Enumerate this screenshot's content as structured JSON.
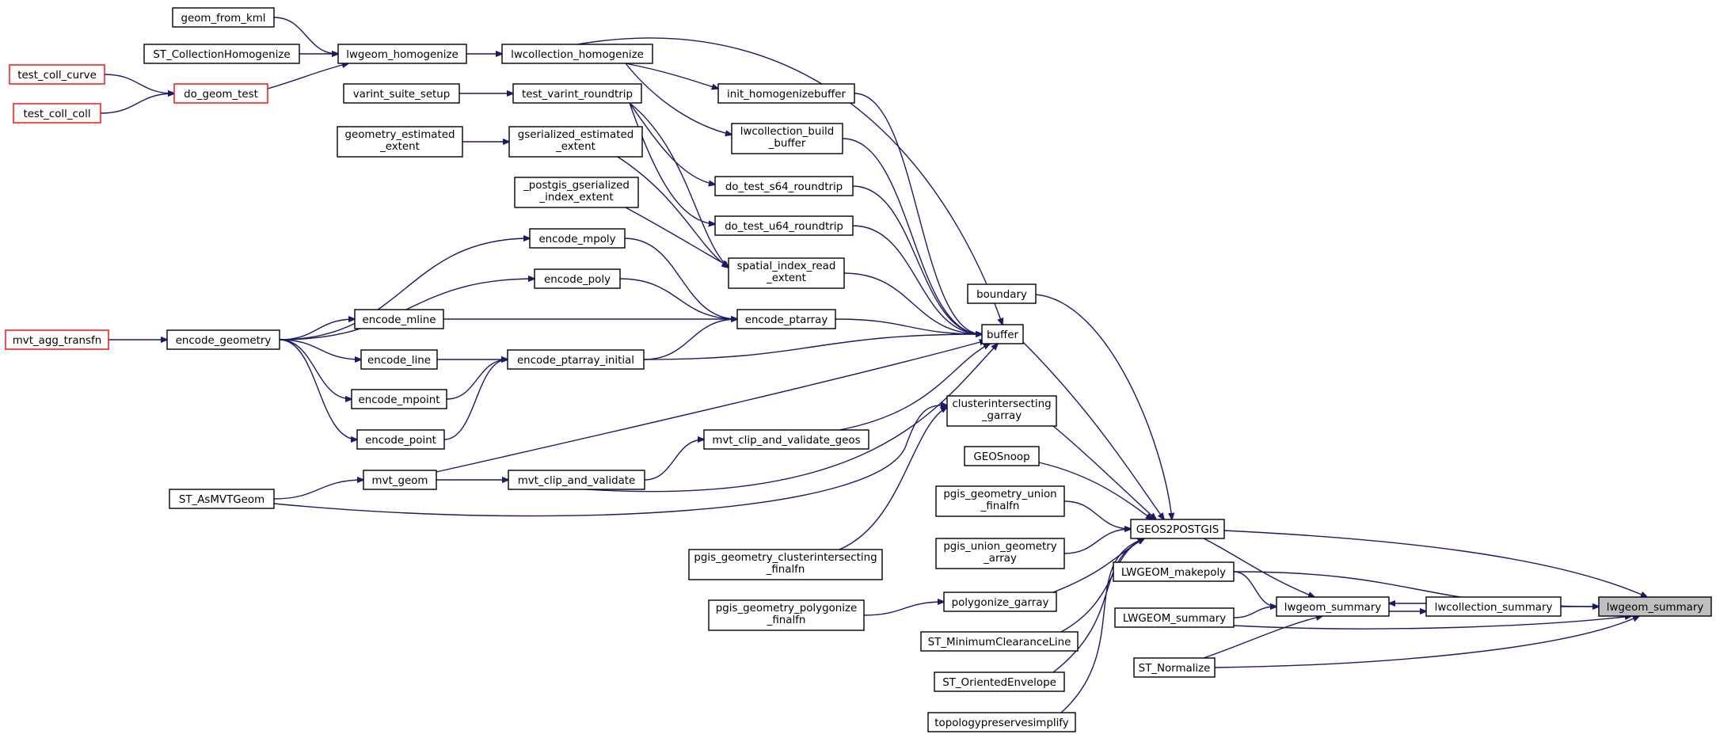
{
  "graph": {
    "nodes": [
      {
        "id": "geom_from_kml",
        "lines": [
          "geom_from_kml"
        ],
        "style": "normal"
      },
      {
        "id": "ST_CollectionHomogenize",
        "lines": [
          "ST_CollectionHomogenize"
        ],
        "style": "normal"
      },
      {
        "id": "lwgeom_homogenize",
        "lines": [
          "lwgeom_homogenize"
        ],
        "style": "normal"
      },
      {
        "id": "lwcollection_homogenize",
        "lines": [
          "lwcollection_homogenize"
        ],
        "style": "normal"
      },
      {
        "id": "test_coll_curve",
        "lines": [
          "test_coll_curve"
        ],
        "style": "red"
      },
      {
        "id": "do_geom_test",
        "lines": [
          "do_geom_test"
        ],
        "style": "red"
      },
      {
        "id": "test_coll_coll",
        "lines": [
          "test_coll_coll"
        ],
        "style": "red"
      },
      {
        "id": "init_homogenizebuffer",
        "lines": [
          "init_homogenizebuffer"
        ],
        "style": "normal"
      },
      {
        "id": "varint_suite_setup",
        "lines": [
          "varint_suite_setup"
        ],
        "style": "normal"
      },
      {
        "id": "test_varint_roundtrip",
        "lines": [
          "test_varint_roundtrip"
        ],
        "style": "normal"
      },
      {
        "id": "lwcollection_build_buffer",
        "lines": [
          "lwcollection_build",
          "_buffer"
        ],
        "style": "normal"
      },
      {
        "id": "geometry_estimated_extent",
        "lines": [
          "geometry_estimated",
          "_extent"
        ],
        "style": "normal"
      },
      {
        "id": "gserialized_estimated_extent",
        "lines": [
          "gserialized_estimated",
          "_extent"
        ],
        "style": "normal"
      },
      {
        "id": "do_test_s64_roundtrip",
        "lines": [
          "do_test_s64_roundtrip"
        ],
        "style": "normal"
      },
      {
        "id": "_postgis_gserialized_index_extent",
        "lines": [
          "_postgis_gserialized",
          "_index_extent"
        ],
        "style": "normal"
      },
      {
        "id": "do_test_u64_roundtrip",
        "lines": [
          "do_test_u64_roundtrip"
        ],
        "style": "normal"
      },
      {
        "id": "encode_mpoly",
        "lines": [
          "encode_mpoly"
        ],
        "style": "normal"
      },
      {
        "id": "spatial_index_read_extent",
        "lines": [
          "spatial_index_read",
          "_extent"
        ],
        "style": "normal"
      },
      {
        "id": "encode_poly",
        "lines": [
          "encode_poly"
        ],
        "style": "normal"
      },
      {
        "id": "boundary",
        "lines": [
          "boundary"
        ],
        "style": "normal"
      },
      {
        "id": "encode_mline",
        "lines": [
          "encode_mline"
        ],
        "style": "normal"
      },
      {
        "id": "encode_ptarray",
        "lines": [
          "encode_ptarray"
        ],
        "style": "normal"
      },
      {
        "id": "mvt_agg_transfn",
        "lines": [
          "mvt_agg_transfn"
        ],
        "style": "red"
      },
      {
        "id": "encode_geometry",
        "lines": [
          "encode_geometry"
        ],
        "style": "normal"
      },
      {
        "id": "buffer",
        "lines": [
          "buffer"
        ],
        "style": "normal"
      },
      {
        "id": "encode_line",
        "lines": [
          "encode_line"
        ],
        "style": "normal"
      },
      {
        "id": "encode_ptarray_initial",
        "lines": [
          "encode_ptarray_initial"
        ],
        "style": "normal"
      },
      {
        "id": "encode_mpoint",
        "lines": [
          "encode_mpoint"
        ],
        "style": "normal"
      },
      {
        "id": "clusterintersecting_garray",
        "lines": [
          "clusterintersecting",
          "_garray"
        ],
        "style": "normal"
      },
      {
        "id": "encode_point",
        "lines": [
          "encode_point"
        ],
        "style": "normal"
      },
      {
        "id": "mvt_clip_and_validate_geos",
        "lines": [
          "mvt_clip_and_validate_geos"
        ],
        "style": "normal"
      },
      {
        "id": "GEOSnoop",
        "lines": [
          "GEOSnoop"
        ],
        "style": "normal"
      },
      {
        "id": "mvt_geom",
        "lines": [
          "mvt_geom"
        ],
        "style": "normal"
      },
      {
        "id": "mvt_clip_and_validate",
        "lines": [
          "mvt_clip_and_validate"
        ],
        "style": "normal"
      },
      {
        "id": "ST_AsMVTGeom",
        "lines": [
          "ST_AsMVTGeom"
        ],
        "style": "normal"
      },
      {
        "id": "pgis_geometry_union_finalfn",
        "lines": [
          "pgis_geometry_union",
          "_finalfn"
        ],
        "style": "normal"
      },
      {
        "id": "GEOS2POSTGIS",
        "lines": [
          "GEOS2POSTGIS"
        ],
        "style": "normal"
      },
      {
        "id": "pgis_union_geometry_array",
        "lines": [
          "pgis_union_geometry",
          "_array"
        ],
        "style": "normal"
      },
      {
        "id": "pgis_geometry_clusterintersecting_finalfn",
        "lines": [
          "pgis_geometry_clusterintersecting",
          "_finalfn"
        ],
        "style": "normal"
      },
      {
        "id": "LWGEOM_makepoly",
        "lines": [
          "LWGEOM_makepoly"
        ],
        "style": "normal"
      },
      {
        "id": "pgis_geometry_polygonize_finalfn",
        "lines": [
          "pgis_geometry_polygonize",
          "_finalfn"
        ],
        "style": "normal"
      },
      {
        "id": "polygonize_garray",
        "lines": [
          "polygonize_garray"
        ],
        "style": "normal"
      },
      {
        "id": "lwgeom_summary_mid",
        "lines": [
          "lwgeom_summary"
        ],
        "style": "normal"
      },
      {
        "id": "lwcollection_summary",
        "lines": [
          "lwcollection_summary"
        ],
        "style": "normal"
      },
      {
        "id": "lwgeom_summary_target",
        "lines": [
          "lwgeom_summary"
        ],
        "style": "highlight"
      },
      {
        "id": "LWGEOM_summary",
        "lines": [
          "LWGEOM_summary"
        ],
        "style": "normal"
      },
      {
        "id": "ST_MinimumClearanceLine",
        "lines": [
          "ST_MinimumClearanceLine"
        ],
        "style": "normal"
      },
      {
        "id": "ST_Normalize",
        "lines": [
          "ST_Normalize"
        ],
        "style": "normal"
      },
      {
        "id": "ST_OrientedEnvelope",
        "lines": [
          "ST_OrientedEnvelope"
        ],
        "style": "normal"
      },
      {
        "id": "topologypreservesimplify",
        "lines": [
          "topologypreservesimplify"
        ],
        "style": "normal"
      }
    ],
    "edges": [
      {
        "from": "geom_from_kml",
        "to": "lwgeom_homogenize"
      },
      {
        "from": "ST_CollectionHomogenize",
        "to": "lwgeom_homogenize"
      },
      {
        "from": "do_geom_test",
        "to": "lwgeom_homogenize"
      },
      {
        "from": "lwgeom_homogenize",
        "to": "lwcollection_homogenize"
      },
      {
        "from": "test_coll_curve",
        "to": "do_geom_test"
      },
      {
        "from": "test_coll_coll",
        "to": "do_geom_test"
      },
      {
        "from": "lwcollection_homogenize",
        "to": "init_homogenizebuffer"
      },
      {
        "from": "lwcollection_homogenize",
        "to": "lwcollection_build_buffer"
      },
      {
        "from": "lwcollection_homogenize",
        "to": "buffer"
      },
      {
        "from": "varint_suite_setup",
        "to": "test_varint_roundtrip"
      },
      {
        "from": "test_varint_roundtrip",
        "to": "do_test_s64_roundtrip"
      },
      {
        "from": "test_varint_roundtrip",
        "to": "do_test_u64_roundtrip"
      },
      {
        "from": "test_varint_roundtrip",
        "to": "spatial_index_read_extent"
      },
      {
        "from": "geometry_estimated_extent",
        "to": "gserialized_estimated_extent"
      },
      {
        "from": "gserialized_estimated_extent",
        "to": "spatial_index_read_extent"
      },
      {
        "from": "_postgis_gserialized_index_extent",
        "to": "spatial_index_read_extent"
      },
      {
        "from": "init_homogenizebuffer",
        "to": "buffer"
      },
      {
        "from": "lwcollection_build_buffer",
        "to": "buffer"
      },
      {
        "from": "do_test_s64_roundtrip",
        "to": "buffer"
      },
      {
        "from": "do_test_u64_roundtrip",
        "to": "buffer"
      },
      {
        "from": "spatial_index_read_extent",
        "to": "buffer"
      },
      {
        "from": "mvt_agg_transfn",
        "to": "encode_geometry"
      },
      {
        "from": "encode_geometry",
        "to": "encode_mpoly"
      },
      {
        "from": "encode_geometry",
        "to": "encode_poly"
      },
      {
        "from": "encode_geometry",
        "to": "encode_mline"
      },
      {
        "from": "encode_geometry",
        "to": "encode_line"
      },
      {
        "from": "encode_geometry",
        "to": "encode_mpoint"
      },
      {
        "from": "encode_geometry",
        "to": "encode_point"
      },
      {
        "from": "encode_mpoly",
        "to": "encode_ptarray"
      },
      {
        "from": "encode_poly",
        "to": "encode_ptarray"
      },
      {
        "from": "encode_mline",
        "to": "encode_ptarray"
      },
      {
        "from": "encode_ptarray_initial",
        "to": "encode_ptarray"
      },
      {
        "from": "encode_line",
        "to": "encode_ptarray_initial"
      },
      {
        "from": "encode_mpoint",
        "to": "encode_ptarray_initial"
      },
      {
        "from": "encode_point",
        "to": "encode_ptarray_initial"
      },
      {
        "from": "encode_ptarray",
        "to": "buffer"
      },
      {
        "from": "encode_ptarray_initial",
        "to": "buffer"
      },
      {
        "from": "mvt_geom",
        "to": "buffer"
      },
      {
        "from": "mvt_clip_and_validate_geos",
        "to": "buffer"
      },
      {
        "from": "mvt_clip_and_validate",
        "to": "buffer"
      },
      {
        "from": "ST_AsMVTGeom",
        "to": "mvt_geom"
      },
      {
        "from": "mvt_geom",
        "to": "mvt_clip_and_validate"
      },
      {
        "from": "mvt_clip_and_validate",
        "to": "mvt_clip_and_validate_geos"
      },
      {
        "from": "ST_AsMVTGeom",
        "to": "clusterintersecting_garray"
      },
      {
        "from": "pgis_geometry_clusterintersecting_finalfn",
        "to": "clusterintersecting_garray"
      },
      {
        "from": "boundary",
        "to": "GEOS2POSTGIS"
      },
      {
        "from": "buffer",
        "to": "GEOS2POSTGIS"
      },
      {
        "from": "clusterintersecting_garray",
        "to": "GEOS2POSTGIS"
      },
      {
        "from": "GEOSnoop",
        "to": "GEOS2POSTGIS"
      },
      {
        "from": "pgis_geometry_union_finalfn",
        "to": "GEOS2POSTGIS"
      },
      {
        "from": "pgis_union_geometry_array",
        "to": "GEOS2POSTGIS"
      },
      {
        "from": "polygonize_garray",
        "to": "GEOS2POSTGIS"
      },
      {
        "from": "ST_MinimumClearanceLine",
        "to": "GEOS2POSTGIS"
      },
      {
        "from": "ST_OrientedEnvelope",
        "to": "GEOS2POSTGIS"
      },
      {
        "from": "topologypreservesimplify",
        "to": "GEOS2POSTGIS"
      },
      {
        "from": "pgis_geometry_polygonize_finalfn",
        "to": "polygonize_garray"
      },
      {
        "from": "GEOS2POSTGIS",
        "to": "lwgeom_summary_mid"
      },
      {
        "from": "GEOS2POSTGIS",
        "to": "lwgeom_summary_target"
      },
      {
        "from": "LWGEOM_makepoly",
        "to": "lwgeom_summary_mid"
      },
      {
        "from": "LWGEOM_makepoly",
        "to": "lwgeom_summary_target"
      },
      {
        "from": "LWGEOM_summary",
        "to": "lwgeom_summary_mid"
      },
      {
        "from": "LWGEOM_summary",
        "to": "lwgeom_summary_target"
      },
      {
        "from": "ST_Normalize",
        "to": "lwgeom_summary_mid"
      },
      {
        "from": "ST_Normalize",
        "to": "lwgeom_summary_target"
      },
      {
        "from": "lwcollection_summary",
        "to": "lwgeom_summary_mid"
      },
      {
        "from": "lwgeom_summary_mid",
        "to": "lwcollection_summary"
      },
      {
        "from": "lwcollection_summary",
        "to": "lwgeom_summary_target"
      }
    ]
  }
}
